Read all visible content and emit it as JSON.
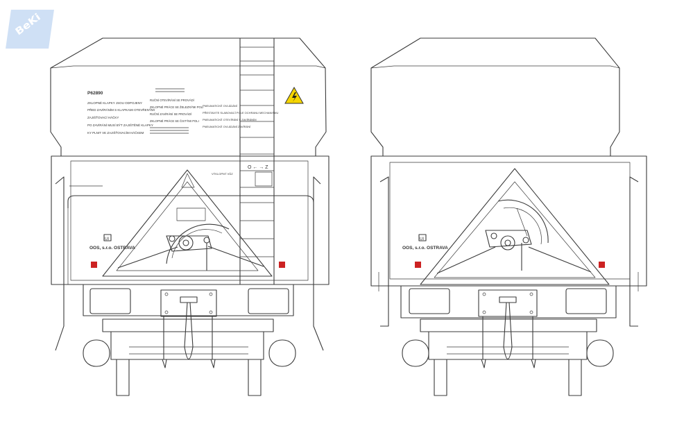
{
  "watermark": {
    "text": "BeKi",
    "color": "#c5d9f1"
  },
  "wagon_left": {
    "id_code": "P62890",
    "left_notes": [
      "ZKLOPNÉ KLAPKY JSOU ODPOJENY",
      "PŘED ZAVÍRÁNÍM S KLAPKAMI OTEVŘENÝMI",
      "ZAJIŠŤOVACÍ HÁČKY",
      "PO ZAVÍRÁNÍ MUSÍ BÝT ZAJIŠTĚNÉ KLAPKY",
      "KY PLNIT VE ZAJIŠŤOVACÍM HÁČKEM"
    ],
    "mid_notes": [
      "RUČNÍ OTEVÍRÁNÍ SE PROVÁDÍ",
      "ZKLOPNÉ PRÁCE SE ŽELEZNÝMI POLI",
      "RUČNÍ ZAVÍRÁNÍ SE PROVÁDÍ",
      "ZKLOPNÉ PRÁCE SE ČISTÝMI POLI"
    ],
    "right_notes": [
      "PNEUMATICKÉ OVLÁDÁNÍ",
      "PŘESTAVITE SLABOVACÍ POLE OCHRANU MECHANISMU",
      "PNEUMATICKÉ OTEVÍRÁNÍ S ZAVÍRÁNÍM",
      "PNEUMATICKÉ OVLÁDÁNÍ ZAVÍRÁNÍ"
    ],
    "lever_label": "O ← → Z",
    "valve_label": "VÝKLOPNÝ VŮZ",
    "owner_text": "OOS, s.r.o.  OSTRAVA",
    "badge_text": "UI",
    "marker_color": "#cc2222",
    "warning_color": "#f5d500"
  },
  "wagon_right": {
    "owner_text": "OOS, s.r.o.  OSTRAVA",
    "badge_text": "UI",
    "marker_color": "#cc2222"
  }
}
